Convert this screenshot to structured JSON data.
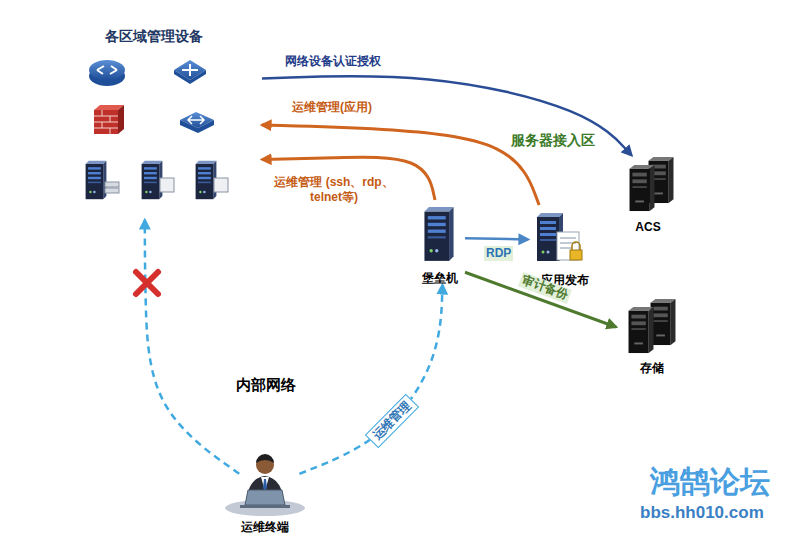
{
  "diagram": {
    "nodes": [
      {
        "text": [
          "各区域管理设备"
        ]
      },
      {
        "text": [
          "服务器接入区"
        ]
      },
      {
        "text": [
          "堡垒机"
        ],
        "in": 1
      },
      {
        "text": [
          "应用发布"
        ],
        "in": 1
      },
      {
        "text": [
          "ACS"
        ],
        "in": 1
      },
      {
        "text": [
          "存储"
        ],
        "in": 1
      },
      {
        "text": [
          "内部网络"
        ]
      },
      {
        "text": [
          "运维终端"
        ]
      }
    ],
    "edges": [
      {
        "from": 0,
        "to": 4,
        "label": "网络设备认证授权",
        "arrow": "to"
      },
      {
        "from": 3,
        "to": 0,
        "label": "运维管理(应用)",
        "arrow": "to"
      },
      {
        "from": 2,
        "to": 0,
        "label": "运维管理 (ssh、rdp、telnet等)",
        "arrow": "to"
      },
      {
        "from": 2,
        "to": 3,
        "label": "RDP",
        "arrow": "to"
      },
      {
        "from": 2,
        "to": 5,
        "label": "审计备份",
        "arrow": "to"
      },
      {
        "from": 7,
        "to": 2,
        "label": "运维管理",
        "arrow": "to"
      },
      {
        "from": 7,
        "to": 0,
        "arrow": "to"
      }
    ],
    "labels": [
      "鸿鹄论坛",
      "bbs.hh010.com"
    ]
  }
}
